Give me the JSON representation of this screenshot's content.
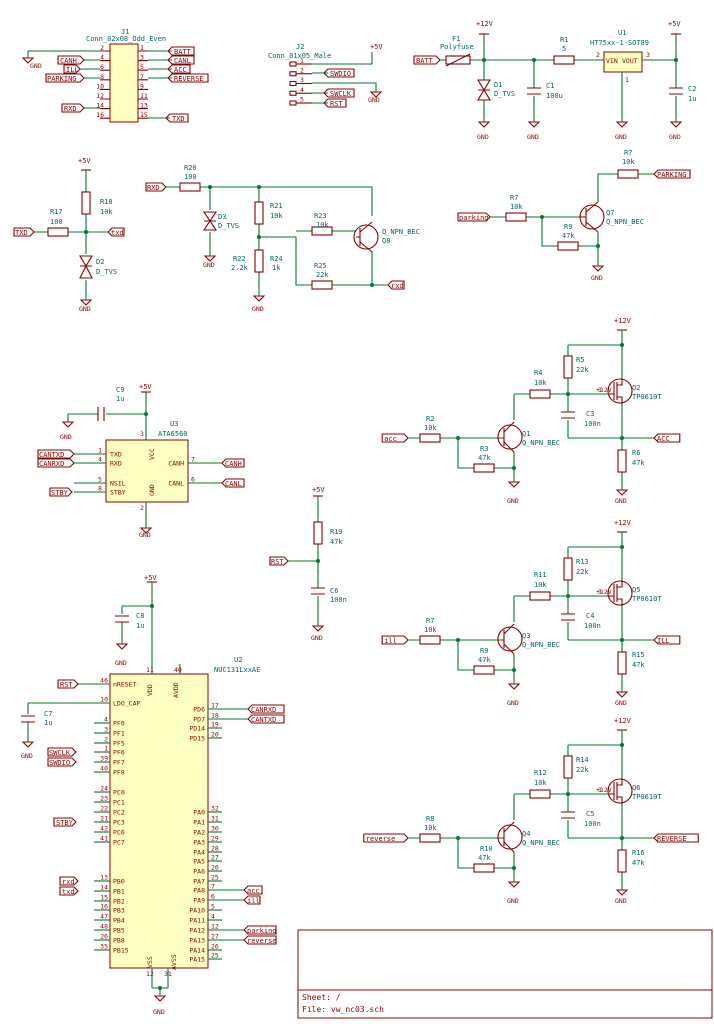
{
  "title_block": {
    "sheet": "Sheet: /",
    "file": "File: vw_nc03.sch"
  },
  "power": {
    "p5v": "+5V",
    "p12v": "+12V",
    "gnd": "GND"
  },
  "j1": {
    "ref": "J1",
    "value": "Conn_02x08_Odd_Even",
    "left_pins": [
      "2",
      "4",
      "6",
      "8",
      "10",
      "12",
      "14",
      "16"
    ],
    "right_pins": [
      "1",
      "3",
      "5",
      "7",
      "9",
      "11",
      "13",
      "15"
    ],
    "left_labels": [
      "CANH",
      "ILL",
      "PARKING",
      "RXD"
    ],
    "right_labels": [
      "BATT",
      "CANL",
      "ACC",
      "REVERSE",
      "TXD"
    ]
  },
  "j2": {
    "ref": "J2",
    "value": "Conn_01x05_Male",
    "pins": [
      "1",
      "2",
      "3",
      "4",
      "5"
    ],
    "labels": [
      "SWDIO",
      "SWCLK",
      "RST"
    ]
  },
  "f1": {
    "ref": "F1",
    "value": "Polyfuse",
    "label": "BATT"
  },
  "d1": {
    "ref": "D1",
    "value": "D_TVS"
  },
  "c1": {
    "ref": "C1",
    "value": "100u"
  },
  "r1": {
    "ref": "R1",
    "value": "5"
  },
  "u1": {
    "ref": "U1",
    "value": "HT75xx-1-SOT89",
    "vin": "VIN",
    "vout": "VOUT",
    "pins": [
      "2",
      "3",
      "1"
    ]
  },
  "c2": {
    "ref": "C2",
    "value": "1u"
  },
  "r18": {
    "ref": "R18",
    "value": "10k"
  },
  "r17": {
    "ref": "R17",
    "value": "100"
  },
  "d2": {
    "ref": "D2",
    "value": "D_TVS"
  },
  "txd_in": "TXD",
  "txd_out": "txd",
  "r20": {
    "ref": "R20",
    "value": "100"
  },
  "d3": {
    "ref": "D3",
    "value": "D_TVS"
  },
  "r21": {
    "ref": "R21",
    "value": "10k"
  },
  "r22": {
    "ref": "R22",
    "value": "2.2k"
  },
  "r24": {
    "ref": "R24",
    "value": "1k"
  },
  "r23": {
    "ref": "R23",
    "value": "10k"
  },
  "r25": {
    "ref": "R25",
    "value": "22k"
  },
  "q8": {
    "ref": "Q8",
    "value": "Q_NPN_BEC"
  },
  "rxd_in": "RXD",
  "rxd_out": "rxd",
  "r7a": {
    "ref": "R7",
    "value": "10k"
  },
  "r9a": {
    "ref": "R9",
    "value": "47k"
  },
  "q7": {
    "ref": "Q7",
    "value": "Q_NPN_BEC"
  },
  "r7b": {
    "ref": "R7",
    "value": "10k"
  },
  "parking_in": "parking",
  "parking_out": "PARKING",
  "c9": {
    "ref": "C9",
    "value": "1u"
  },
  "u3": {
    "ref": "U3",
    "value": "ATA6560",
    "pins_l": [
      "TXD",
      "RXD",
      "NSIL",
      "STBY"
    ],
    "pins_r": [
      "CANH",
      "CANL"
    ],
    "vcc": "VCC",
    "gnd": "GND",
    "nums_l": [
      "1",
      "4",
      "5",
      "8"
    ],
    "nums_r": [
      "7",
      "6"
    ],
    "num_vcc": "3",
    "num_gnd": "2"
  },
  "u3_labels": {
    "cantxd": "CANTXD",
    "canrxd": "CANRXD",
    "stby": "STBY",
    "canh": "CANH",
    "canl": "CANL"
  },
  "r19": {
    "ref": "R19",
    "value": "47k"
  },
  "c6": {
    "ref": "C6",
    "value": "100n"
  },
  "rst_label": "RST",
  "c8": {
    "ref": "C8",
    "value": "1u"
  },
  "c7": {
    "ref": "C7",
    "value": "1u"
  },
  "u2": {
    "ref": "U2",
    "value": "NUC131LxxAE",
    "left_pins": [
      "nRESET",
      "LDO_CAP",
      "PF0",
      "PF1",
      "PF5",
      "PF6",
      "PF7",
      "PF8",
      "PC0",
      "PC1",
      "PC2",
      "PC3",
      "PC6",
      "PC7",
      "PB0",
      "PB1",
      "PB2",
      "PB3",
      "PB4",
      "PB5",
      "PB8",
      "PB15"
    ],
    "left_nums": [
      "46",
      "10",
      "4",
      "3",
      "2",
      "1",
      "39",
      "40",
      "24",
      "23",
      "22",
      "21",
      "42",
      "41",
      "13",
      "14",
      "15",
      "16",
      "47",
      "48",
      "26",
      "35"
    ],
    "right_pins": [
      "PD6",
      "PD7",
      "PD14",
      "PD15",
      "PA0",
      "PA1",
      "PA2",
      "PA3",
      "PA4",
      "PA5",
      "PA6",
      "PA7",
      "PA8",
      "PA9",
      "PA10",
      "PA11",
      "PA12",
      "PA13",
      "PA14",
      "PA15"
    ],
    "right_nums": [
      "17",
      "18",
      "19",
      "20",
      "32",
      "31",
      "30",
      "29",
      "28",
      "27",
      "26",
      "25",
      "7",
      "6",
      "5",
      "4",
      "12",
      "27",
      "26",
      "25"
    ],
    "vdd": "VDD",
    "avdd": "AVDD",
    "vss": "VSS",
    "avss": "AVSS",
    "num_vdd": "11",
    "num_avdd": "40",
    "num_vss": "12",
    "num_avss": "31"
  },
  "u2_labels": {
    "rst": "RST",
    "swclk": "SWCLK",
    "swdio": "SWDIO",
    "stby": "STBY",
    "rxd": "rxd",
    "txd": "txd",
    "canrxd": "CANRXD",
    "cantxd": "CANTXD",
    "acc": "acc",
    "ill": "ill",
    "parking": "parking",
    "reverse": "reverse"
  },
  "sw1": {
    "r4": "R4",
    "r4v": "10k",
    "r5": "R5",
    "r5v": "22k",
    "r2": "R2",
    "r2v": "10k",
    "r3": "R3",
    "r3v": "47k",
    "c3": "C3",
    "c3v": "100n",
    "r6": "R6",
    "r6v": "47k",
    "q1": "Q1",
    "q1v": "Q_NPN_BEC",
    "q2": "Q2",
    "q2v": "TP0610T",
    "in": "acc",
    "out": "ACC"
  },
  "sw2": {
    "r4": "R11",
    "r4v": "10k",
    "r5": "R13",
    "r5v": "22k",
    "r2": "R7",
    "r2v": "10k",
    "r3": "R9",
    "r3v": "47k",
    "c3": "C4",
    "c3v": "100n",
    "r6": "R15",
    "r6v": "47k",
    "q1": "Q3",
    "q1v": "Q_NPN_BEC",
    "q2": "Q5",
    "q2v": "TP0610T",
    "in": "ill",
    "out": "ILL"
  },
  "sw3": {
    "r4": "R12",
    "r4v": "10k",
    "r5": "R14",
    "r5v": "22k",
    "r2": "R8",
    "r2v": "10k",
    "r3": "R10",
    "r3v": "47k",
    "c3": "C5",
    "c3v": "100n",
    "r6": "R16",
    "r6v": "47k",
    "q1": "Q4",
    "q1v": "Q_NPN_BEC",
    "q2": "Q6",
    "q2v": "TP0610T",
    "in": "reverse",
    "out": "REVERSE"
  }
}
